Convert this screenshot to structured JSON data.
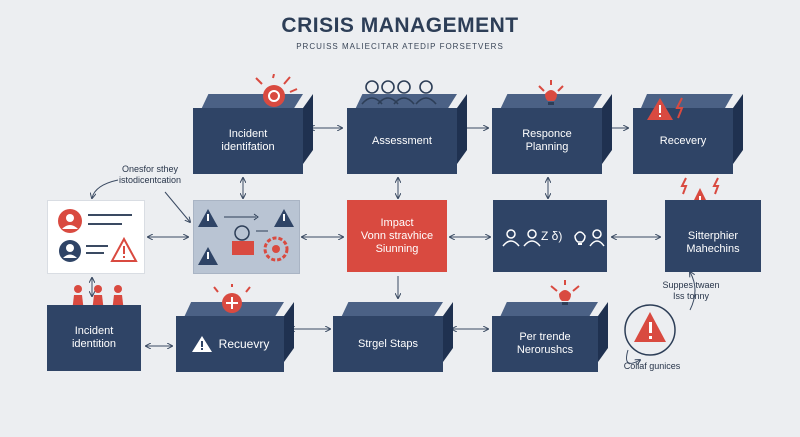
{
  "header": {
    "title": "CRISIS MANAGEMENT",
    "subtitle": "PRCUISS MALIECITAR ATEDIP FORSETVERS"
  },
  "nodes": {
    "incident_top": "Incident\nidentifation",
    "assessment": "Assessment",
    "responce": "Responce\nPlanning",
    "recovery_top": "Recevery",
    "impact": "Impact\nVonn stravhice\nSiunning",
    "icons_panel": "Z δ)",
    "sitterphier": "Sitterphier\nMahechins",
    "incident_bottom": "Incident\nidentition",
    "recuevry": "Recuevry",
    "strgel": "Strgel Staps",
    "per_trende": "Per trende\nNerorushcs"
  },
  "notes": {
    "left_note": "Onesfor sthey\nistodicentcation",
    "right_note": "Suppes twaen\nIss tonny",
    "bottom_right_note": "Collaf gunices"
  },
  "colors": {
    "navy": "#2f4466",
    "red": "#d94a40",
    "light_panel": "#b9c4d3",
    "background": "#eceef1"
  }
}
